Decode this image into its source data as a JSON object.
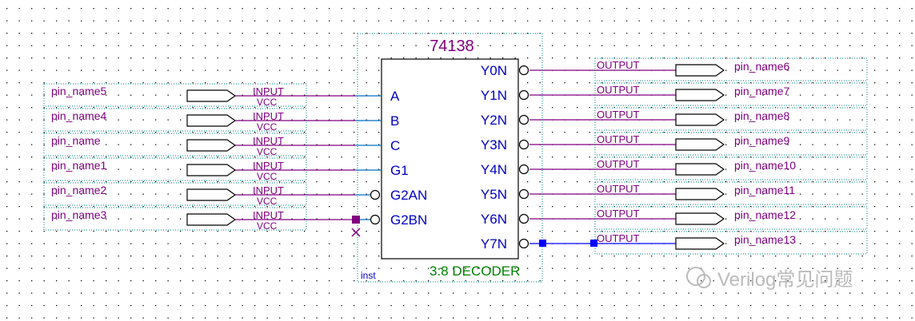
{
  "chip": {
    "title": "74138",
    "subtitle": "3:8 DECODER",
    "instance": "inst",
    "inputs": [
      "A",
      "B",
      "C",
      "G1",
      "G2AN",
      "G2BN"
    ],
    "outputs": [
      "Y0N",
      "Y1N",
      "Y2N",
      "Y3N",
      "Y4N",
      "Y5N",
      "Y6N",
      "Y7N"
    ]
  },
  "input_pins": [
    {
      "name": "pin_name5",
      "type": "INPUT",
      "default": "VCC"
    },
    {
      "name": "pin_name4",
      "type": "INPUT",
      "default": "VCC"
    },
    {
      "name": "pin_name",
      "type": "INPUT",
      "default": "VCC"
    },
    {
      "name": "pin_name1",
      "type": "INPUT",
      "default": "VCC"
    },
    {
      "name": "pin_name2",
      "type": "INPUT",
      "default": "VCC"
    },
    {
      "name": "pin_name3",
      "type": "INPUT",
      "default": "VCC"
    }
  ],
  "output_pins": [
    {
      "name": "pin_name6",
      "type": "OUTPUT"
    },
    {
      "name": "pin_name7",
      "type": "OUTPUT"
    },
    {
      "name": "pin_name8",
      "type": "OUTPUT"
    },
    {
      "name": "pin_name9",
      "type": "OUTPUT"
    },
    {
      "name": "pin_name10",
      "type": "OUTPUT"
    },
    {
      "name": "pin_name11",
      "type": "OUTPUT"
    },
    {
      "name": "pin_name12",
      "type": "OUTPUT"
    },
    {
      "name": "pin_name13",
      "type": "OUTPUT"
    }
  ],
  "watermark": {
    "text": "Verilog常见问题"
  },
  "colors": {
    "wire": "#800080",
    "port_line": "#0070c0",
    "frame": "#008080",
    "text_blue": "#0000c0",
    "title": "#800080",
    "subtitle": "#008000",
    "pin_text": "#800080",
    "selected": "#0000ff",
    "grid_dot": "#000000",
    "watermark": "#bbbbbb"
  }
}
